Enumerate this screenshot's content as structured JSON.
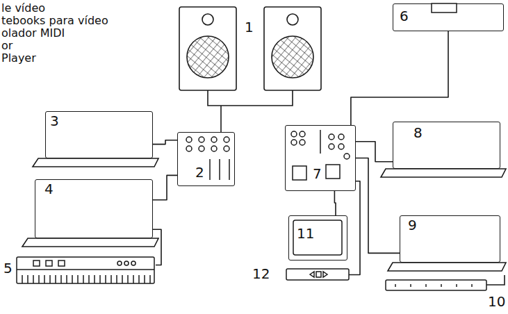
{
  "diagram": {
    "nodes": [
      {
        "text": [
          "6"
        ]
      },
      {
        "text": [
          "3"
        ]
      },
      {
        "text": [
          "2"
        ]
      },
      {
        "text": [
          "7"
        ]
      },
      {
        "text": [
          "8"
        ]
      },
      {
        "text": [
          "4"
        ]
      },
      {
        "text": [
          "11"
        ]
      },
      {
        "text": [
          "9"
        ]
      },
      {
        "text": [
          "5"
        ]
      },
      {
        "text": [
          "12"
        ]
      },
      {
        "text": [
          "10"
        ]
      }
    ],
    "edges": [
      {
        "from": 0,
        "to": 3,
        "arrow": "none"
      },
      {
        "from": 1,
        "to": 2,
        "arrow": "none"
      },
      {
        "from": 5,
        "to": 2,
        "arrow": "none"
      },
      {
        "from": 3,
        "to": 4,
        "arrow": "none"
      },
      {
        "from": 3,
        "to": 7,
        "arrow": "none"
      },
      {
        "from": 6,
        "to": 3,
        "arrow": "none"
      },
      {
        "from": 9,
        "to": 3,
        "arrow": "none"
      },
      {
        "from": 8,
        "to": 5,
        "arrow": "none"
      }
    ],
    "labels": [
      "le vídeo",
      "tebooks para vídeo",
      "olador MIDI",
      "or",
      "Player",
      "1"
    ]
  }
}
